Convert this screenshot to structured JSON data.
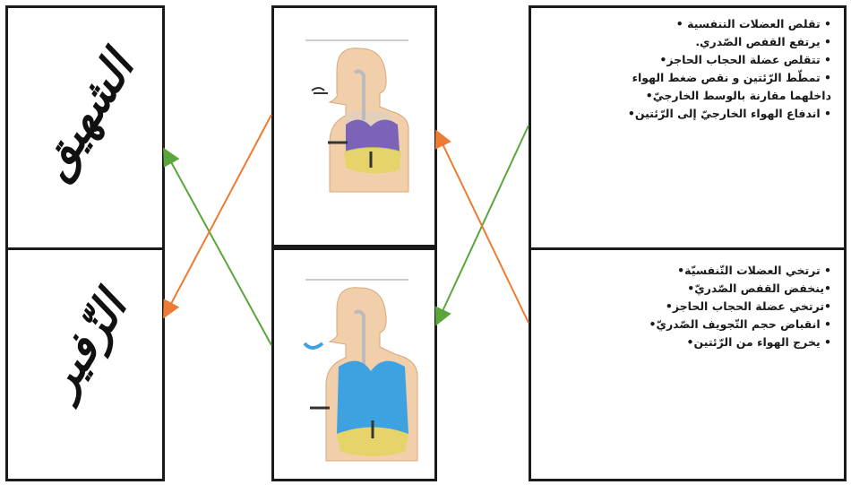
{
  "words": {
    "inhale": "الشهيق",
    "exhale": "الزّفير"
  },
  "inhale_features": [
    "• تقلص العضلات التنفسية •",
    "• يرتفع القفص الصّدري.",
    "• تتقلص عضلة الحجاب الحاجز•",
    "• تمطّط الرّئتين و نقص ضغط الهواء",
    "داخلهما مقارنة بالوسط الخارجيّ•",
    "• اندفاع الهواء الخارجيّ إلى الرّئتين•"
  ],
  "exhale_features": [
    "• ترتخي العضلات التّنفسيّة•",
    "•ينخفض القفص الصّدريّ•",
    "•ترتخي عضلة الحجاب الحاجز•",
    "• انقباض حجم التّجويف الصّدريّ•",
    "• يخرج الهواء من الرّئتين•"
  ],
  "colors": {
    "inhale_lungs": "#7b63b8",
    "exhale_lungs": "#3fa2e0",
    "skin": "#f1cfaa",
    "arrow_green": "#5aa63c",
    "arrow_orange": "#ee7b33"
  },
  "icons": {
    "inhale_figure": "torso-inhale-icon",
    "exhale_figure": "torso-exhale-icon"
  }
}
